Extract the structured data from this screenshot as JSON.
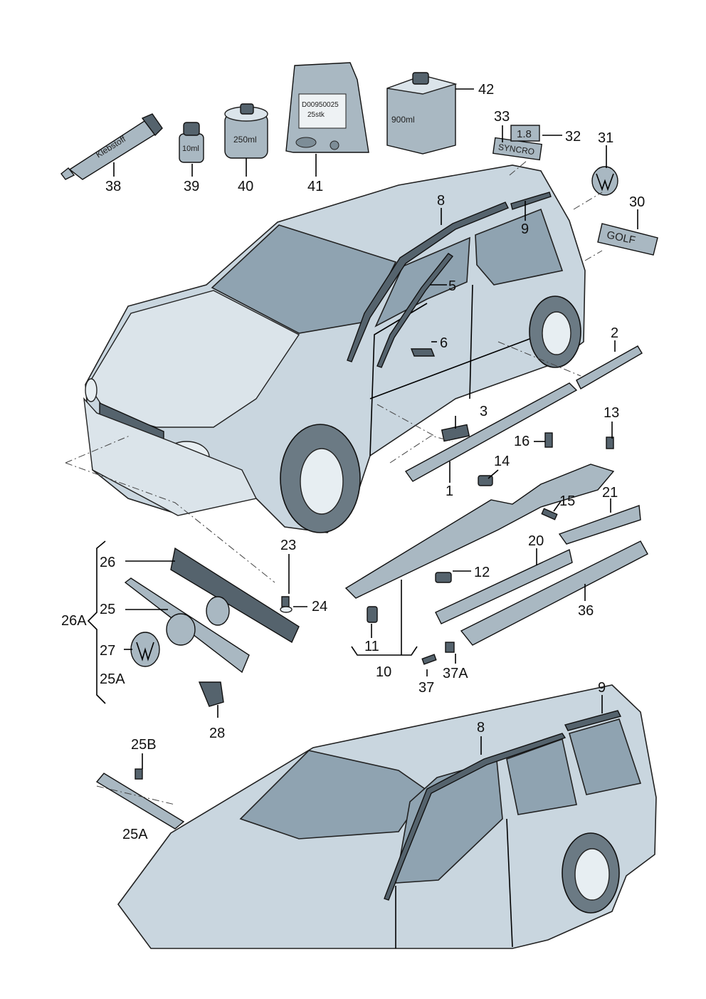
{
  "callouts": {
    "c1": "1",
    "c2": "2",
    "c3": "3",
    "c5": "5",
    "c6": "6",
    "c8a": "8",
    "c8b": "8",
    "c9a": "9",
    "c9b": "9",
    "c10": "10",
    "c11": "11",
    "c12": "12",
    "c13": "13",
    "c14": "14",
    "c15": "15",
    "c16": "16",
    "c20": "20",
    "c21": "21",
    "c23": "23",
    "c24": "24",
    "c25": "25",
    "c25A": "25A",
    "c25A2": "25A",
    "c25B": "25B",
    "c26": "26",
    "c26A": "26A",
    "c27": "27",
    "c28": "28",
    "c30": "30",
    "c31": "31",
    "c32": "32",
    "c33": "33",
    "c36": "36",
    "c37": "37",
    "c37A": "37A",
    "c38": "38",
    "c39": "39",
    "c40": "40",
    "c41": "41",
    "c42": "42"
  },
  "product_labels": {
    "tube": "Klebstoff",
    "bottle_small": "10ml",
    "can_medium": "250ml",
    "bag_code": "D00950025",
    "bag_qty": "25stk",
    "box": "900ml",
    "badge_syncro": "SYNCRO",
    "badge_18": "1.8",
    "badge_golf": "GOLF"
  },
  "colors": {
    "line": "#000000",
    "body_fill": "#c9d6df",
    "glass_fill": "#8fa3b1",
    "part_fill": "#a9b8c2"
  }
}
